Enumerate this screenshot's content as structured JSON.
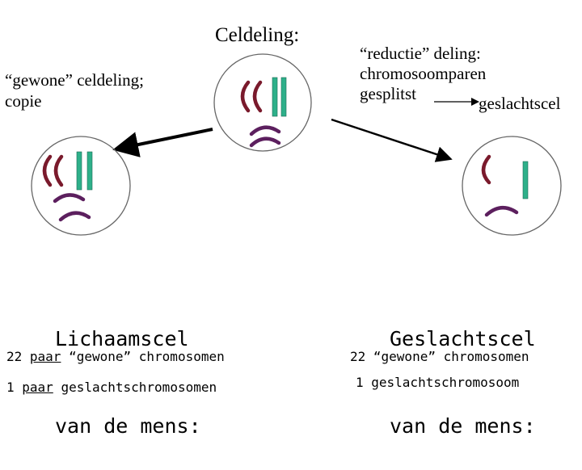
{
  "title": "Celdeling:",
  "left": {
    "description_line1": "“gewone” celdeling;",
    "description_line2": "copie",
    "cell_title_line1": "Lichaamscel",
    "cell_title_line2": "van de mens:",
    "line1_number": "22",
    "line1_underlined": "paar",
    "line1_rest": "“gewone” chromosomen",
    "line2_number": "1",
    "line2_underlined": "paar",
    "line2_rest": "geslachtschromosomen"
  },
  "right": {
    "description_line1": "“reductie” deling:",
    "description_line2": "chromosoomparen",
    "description_line3": "gesplitst",
    "description_arrow_target": "geslachtscel",
    "cell_title_line1": "Geslachtscel",
    "cell_title_line2": "van de mens:",
    "line1": "22 “gewone” chromosomen",
    "line2": "1 geslachtschromosoom"
  },
  "colors": {
    "chromosome_red": "#7a1a2c",
    "chromosome_green": "#2eb08a",
    "chromosome_purple": "#5c1f5e",
    "cell_outline": "#666666",
    "arrow": "#000000"
  }
}
